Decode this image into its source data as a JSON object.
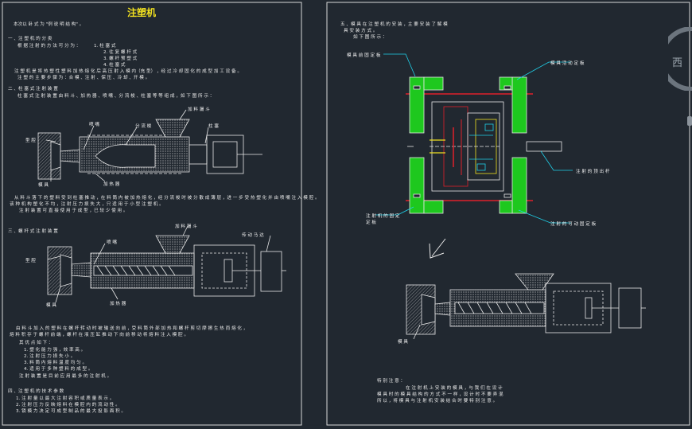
{
  "left_panel": {
    "title": "注塑机",
    "intro": "本次以 卧 式 为 \"例 说 明 结 构\" 。",
    "sec1": {
      "heading": "一 、注 塑 机 的 分 类",
      "line": "根 据 注 射 的 方 法 可 分 为 ：",
      "items": [
        "1. 柱 塞 式",
        "2. 往 复 螺 杆 式",
        "3. 螺 杆 预 塑 式",
        "4. 柱 塞 式"
      ],
      "para1": "注 塑 机 是 将 热 塑 性 塑 料 加 热 熔 化 后 高 压 射 入 模 内（充 型） ，经 过 冷 却 固 化 的 成 型 加 工 设 备 。",
      "para2": "注 塑 的 主 要 步 骤 为 ：合 模 、注 射 、保 压 、冷 却 、开 模 。"
    },
    "sec2": {
      "heading": "二 、柱 塞 式 注 射 装 置",
      "line": "柱 塞 式 注 射 装 置 由 料 斗 、加 热 器 、喷 嘴 、分 流 梭 、柱 塞 等 等 组 成 ，如 下 图 所 示 ：",
      "labels": {
        "hopper": "加 料 漏 斗",
        "nozzle": "喷 嘴",
        "torpedo": "分 流 梭",
        "plunger": "柱 塞",
        "cavity": "型 腔",
        "mold": "模 具",
        "heater": "加 热 器"
      },
      "para1": "从 料 斗 落 下 的 塑 料 受 到 柱 塞 推 动 ，在 料 筒 内 被 加 热 熔 化 ，经 分 流 梭 时 被 分 散 成 薄 层 ，进 一 步 受 热 塑 化 并 由 喷 嘴 注 入 模 腔 。",
      "para2": "该 种 机 构 塑 化 不 均 ，注 射 压 力 损 失 大 ，只 适 用 于 小 型 注 塑 机 。",
      "para3": "注 射 装 置 可 直 接 使 用 于 成 型 ，已 较 少 使 用 。"
    },
    "sec3": {
      "heading": "三 、螺 杆 式 注 射 装 置",
      "labels": {
        "hopper": "加 料 漏 斗",
        "drive": "传 动 马 达",
        "nozzle": "喷 嘴",
        "cavity": "型 腔",
        "mold": "模 具",
        "heater": "加 热 器"
      },
      "para1": "由 料 斗 加 入 的 塑 料 在 螺 杆 转 动 时 被 输 送 向 前 ，受 料 筒 外 部 加 热 和 螺 杆 剪 切 摩 擦 生 热 而 熔 化 ，",
      "para2": "熔 料 积 存 于 螺 杆 前 端 ，螺 杆 在 液 压 缸 推 动 下 向 前 移 动 将 熔 料 注 入 模 腔 。",
      "para3": "其 优 点 如 下 ：",
      "items": [
        "1. 塑 化 能 力 强 ，效 率 高 。",
        "2. 注 射 压 力 损 失 小 。",
        "3. 料 筒 内 熔 料 温 度 均 匀 。",
        "4. 适 用 于 多 种 塑 料 的 成 型 。"
      ],
      "para4": "注 射 装 置 是 目 前 应 用 最 多 的 注 射 机 。"
    },
    "sec4": {
      "heading": "四 、注 塑 机 的 技 术 参 数",
      "items": [
        "1. 注 射 量 以 最 大 注 射 容 积 或 质 量 表 示 。",
        "2. 注 射 压 力 反 映 熔 料 在 模 腔 内 的 流 动 性 。",
        "3. 锁 模 力 决 定 可 成 型 制 品 的 最 大 投 影 面 积 。"
      ]
    }
  },
  "right_panel": {
    "sec": {
      "heading": "五 、模 具 在 注 塑 机 的 安 装 ，主 要 安 装 了 解 模",
      "line2": "具 安 装 方 式 。",
      "line3": "如 下 图 所 示 ："
    },
    "labels": {
      "fixed_plate": "模 具 前 固 定 板",
      "moving_plate": "模 具 活 动 定 板",
      "ejector": "注 射 的 顶 出 杆",
      "fixed_plate2": "注 射 机 的 固 定 定 板",
      "moving_plate2": "注 射 的 可 动 固 定 板",
      "mold": "模 具"
    },
    "note": {
      "title": "特 别 注 意 ：",
      "line1": "在 注 射 机 上 安 装 的 模 具 ，与 我 们 在 设 计",
      "line2": "模 具 时 的 模 具 结 构 的 方 式 不 一 样 ，设 计 时 不 要 弄 混",
      "line3": "所 以 ，将 模 具 与 注 射 机 安 装 结 合 时 要 特 别 注 意 。"
    },
    "side_char": "西"
  },
  "colors": {
    "background": "#212830",
    "green": "#1ec81e",
    "red": "#e0202a",
    "cyan": "#20d0e8",
    "yellow": "#f0e020",
    "white": "#e8e8e8"
  }
}
